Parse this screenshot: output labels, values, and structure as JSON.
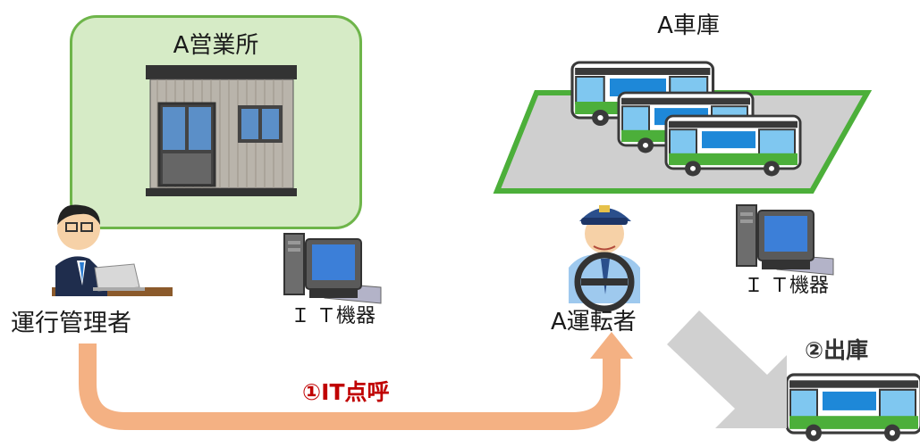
{
  "office": {
    "title": "A営業所"
  },
  "garage": {
    "title": "A車庫"
  },
  "manager": {
    "label": "運行管理者"
  },
  "driver": {
    "label": "A運転者"
  },
  "it_equipment_left": {
    "label": "Ｉ Ｔ機器"
  },
  "it_equipment_right": {
    "label": "Ｉ Ｔ機器"
  },
  "steps": [
    {
      "label": "①IT点呼"
    },
    {
      "label": "②出庫"
    }
  ],
  "colors": {
    "office_fill": "#d6ebc6",
    "office_border": "#6eb54a",
    "call_arrow": "#f4b183",
    "departure_arrow": "#d0d0d0",
    "step1_text": "#c00000",
    "bus_green": "#4caf3a",
    "bus_blue": "#1e88d8"
  }
}
